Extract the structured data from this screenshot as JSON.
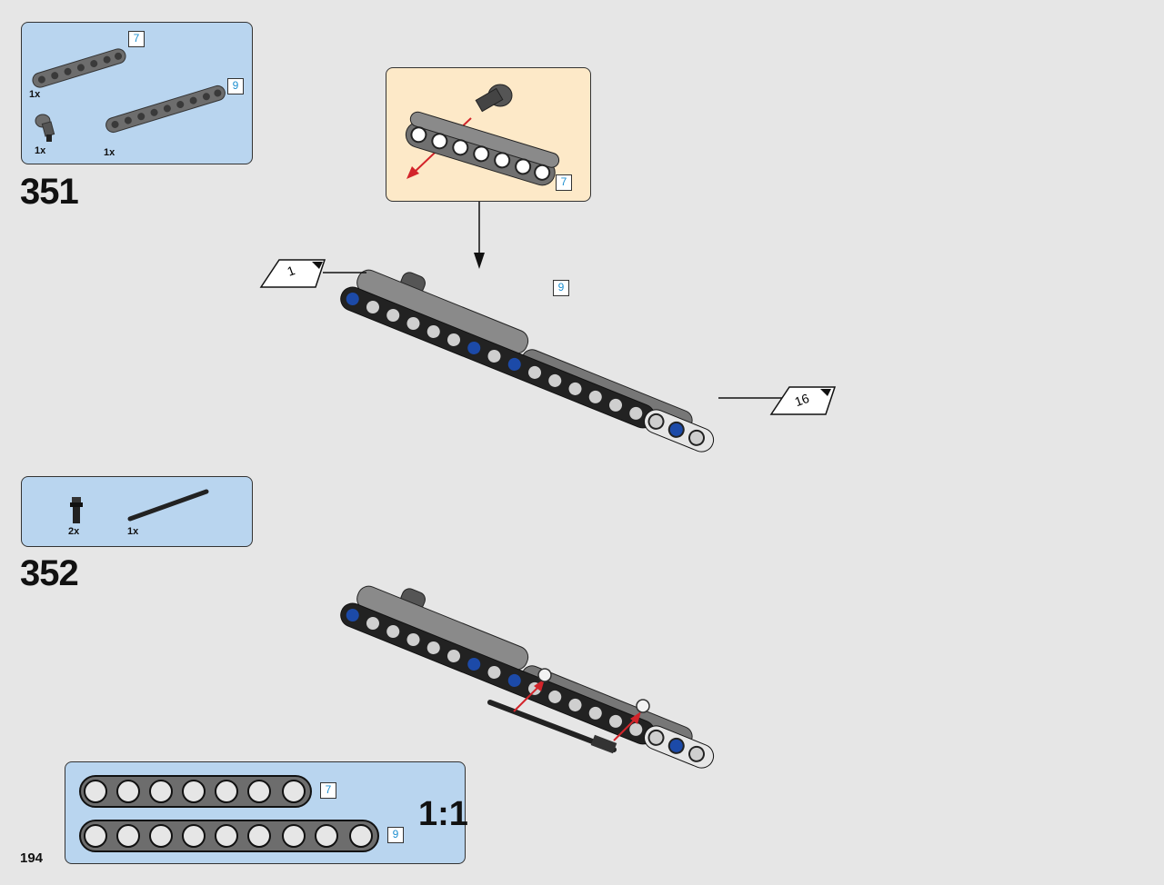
{
  "page_number": "194",
  "step_351": {
    "number": "351",
    "parts": [
      {
        "name": "beam-7",
        "qty": "1x",
        "callout": "7"
      },
      {
        "name": "connector-pin",
        "qty": "1x"
      },
      {
        "name": "beam-9",
        "qty": "1x",
        "callout": "9"
      }
    ],
    "submodel": {
      "callout": "7"
    },
    "main_callout": "9",
    "rotate_flags": [
      "1",
      "16"
    ]
  },
  "step_352": {
    "number": "352",
    "parts": [
      {
        "name": "friction-pin",
        "qty": "2x"
      },
      {
        "name": "axle",
        "qty": "1x"
      }
    ]
  },
  "scale_panel": {
    "ratio": "1:1",
    "beams": [
      {
        "holes": 7,
        "callout": "7"
      },
      {
        "holes": 9,
        "callout": "9"
      }
    ]
  },
  "colors": {
    "panel_bg": "#b9d5ef",
    "submodel_bg": "#fde9c8",
    "beam_gray": "#7a7a7a",
    "callout_text": "#1e8fd0",
    "arrow_red": "#d3242a"
  }
}
